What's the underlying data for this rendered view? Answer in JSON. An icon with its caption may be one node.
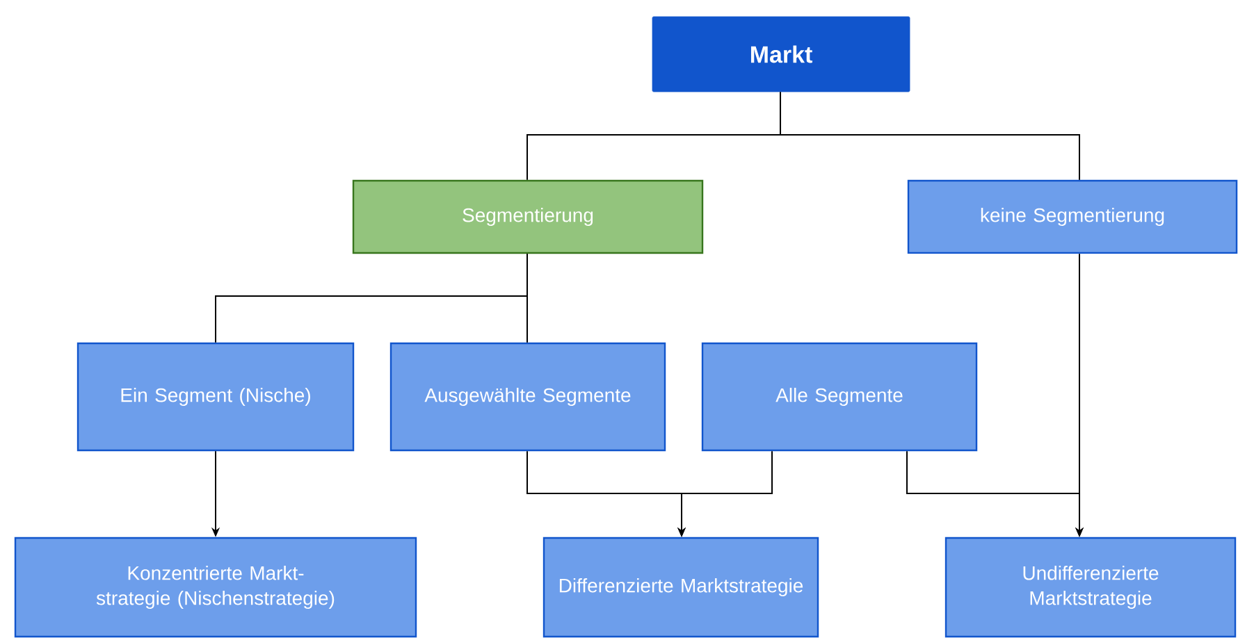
{
  "diagram": {
    "nodes": [
      {
        "text": [
          "Markt"
        ]
      },
      {
        "text": [
          "Segmentierung"
        ]
      },
      {
        "text": [
          "keine Segmentierung"
        ]
      },
      {
        "text": [
          "Ein Segment (Nische)"
        ]
      },
      {
        "text": [
          "Ausgewählte Segmente"
        ]
      },
      {
        "text": [
          "Alle Segmente"
        ]
      },
      {
        "text": [
          "Konzentrierte Markt-strategie (Nischenstrategie)"
        ]
      },
      {
        "text": [
          "Differenzierte Marktstrategie"
        ]
      },
      {
        "text": [
          "Undifferenzierte Marktstrategie"
        ]
      }
    ],
    "edges": [
      {
        "from": 0,
        "to": 1,
        "arrow": "none"
      },
      {
        "from": 0,
        "to": 2,
        "arrow": "none"
      },
      {
        "from": 1,
        "to": 3,
        "arrow": "none"
      },
      {
        "from": 1,
        "to": 4,
        "arrow": "none"
      },
      {
        "from": 3,
        "to": 6,
        "arrow": "to"
      },
      {
        "from": 4,
        "to": 7,
        "arrow": "to"
      },
      {
        "from": 5,
        "to": 7,
        "arrow": "to"
      },
      {
        "from": 5,
        "to": 8,
        "arrow": "to"
      },
      {
        "from": 2,
        "to": 8,
        "arrow": "to"
      }
    ]
  }
}
